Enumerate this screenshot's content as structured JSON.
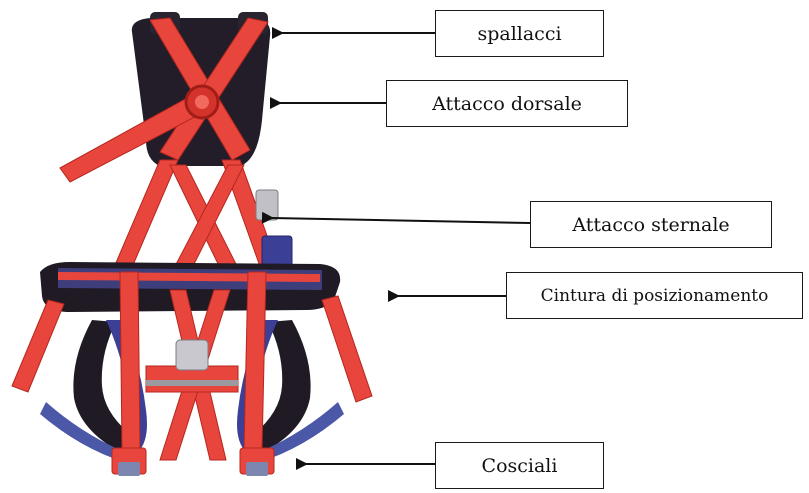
{
  "figure": {
    "image_alt": "Imbracatura anticaduta con cosciali",
    "labels": [
      {
        "key": "spallacci",
        "text": "spallacci"
      },
      {
        "key": "dorsale",
        "text": "Attacco dorsale"
      },
      {
        "key": "sternale",
        "text": "Attacco sternale"
      },
      {
        "key": "cintura",
        "text": "Cintura di posizionamento"
      },
      {
        "key": "cosciali",
        "text": "Cosciali"
      }
    ]
  },
  "colors": {
    "webbing_red": "#e8463c",
    "webbing_red_dark": "#b5261f",
    "padding_black": "#1f1a24",
    "padding_blue": "#3b3f95",
    "buckle_grey": "#9a9aa0",
    "label_border": "#1a1a1a",
    "arrow": "#111111"
  }
}
